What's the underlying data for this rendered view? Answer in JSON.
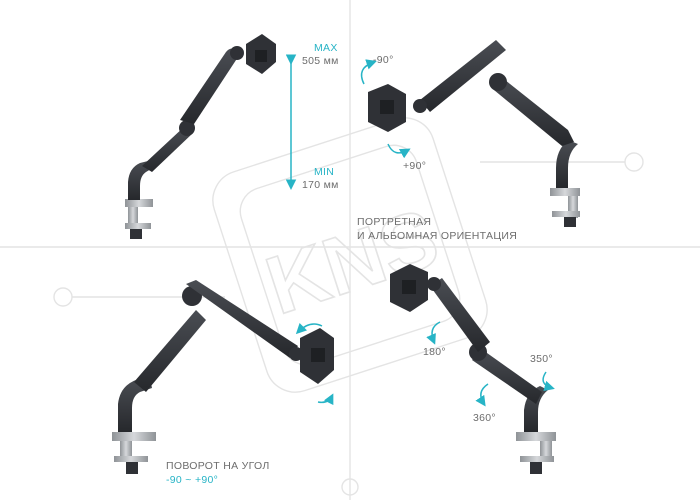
{
  "panels": {
    "height": {
      "max_label": "MAX",
      "max_value": "505 мм",
      "min_label": "MIN",
      "min_value": "170 мм"
    },
    "orientation": {
      "angle_neg": "-90°",
      "angle_pos": "+90°",
      "caption_line1": "ПОРТРЕТНАЯ",
      "caption_line2": "И АЛЬБОМНАЯ ОРИЕНТАЦИЯ"
    },
    "tilt": {
      "caption_line1": "ПОВОРОТ НА УГОЛ",
      "caption_line2": "-90 ~ +90°"
    },
    "rotation": {
      "angle_180": "180°",
      "angle_350": "350°",
      "angle_360": "360°"
    }
  },
  "watermark": {
    "text": "KNS"
  },
  "colors": {
    "accent": "#27b4c6",
    "arm": "#2f3136",
    "arm_highlight": "#4a4d53",
    "clamp_metal": "#b9bcc0",
    "text_gray": "#6d6d6d",
    "watermark": "#e4e4e4"
  }
}
